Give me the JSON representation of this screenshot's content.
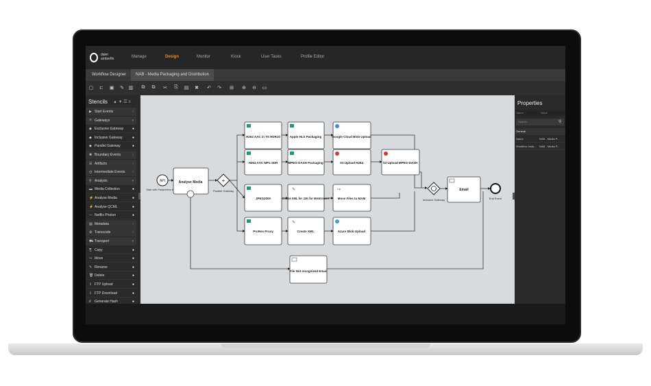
{
  "app": {
    "logo_text": "dalet amberfin"
  },
  "nav": {
    "items": [
      {
        "label": "Manage"
      },
      {
        "label": "Design",
        "active": true
      },
      {
        "label": "Monitor"
      },
      {
        "label": "Kiosk"
      },
      {
        "label": "User Tasks"
      },
      {
        "label": "Profile Editor"
      }
    ]
  },
  "tabs": [
    {
      "label": "Workflow Designer"
    },
    {
      "label": "NAB - Media Packaging and Distribution",
      "active": true
    }
  ],
  "toolbar": {
    "icons": [
      "new-icon",
      "open-icon",
      "save-icon",
      "save-as-icon",
      "delete-icon",
      "copy-icon",
      "paste-icon",
      "cut-icon",
      "copy2-icon",
      "paste2-icon",
      "delete2-icon",
      "undo-icon",
      "redo-icon",
      "grid-icon",
      "zoom-in-icon",
      "zoom-out-icon",
      "fit-icon"
    ]
  },
  "stencils": {
    "title": "Stencils",
    "rows": [
      {
        "label": "Start Events",
        "type": "cat",
        "icon": "▶",
        "arrow": "›"
      },
      {
        "label": "Gateways",
        "type": "cat",
        "icon": "⤧",
        "arrow": "▾"
      },
      {
        "label": "Exclusive Gateway",
        "type": "sub",
        "icon": "◆",
        "info": "●"
      },
      {
        "label": "Inclusive Gateway",
        "type": "sub",
        "icon": "◆",
        "info": "●"
      },
      {
        "label": "Parallel Gateway",
        "type": "sub",
        "icon": "◆",
        "info": "●"
      },
      {
        "label": "Boundary Events",
        "type": "cat",
        "icon": "✖",
        "arrow": "›"
      },
      {
        "label": "Artifacts",
        "type": "cat",
        "icon": "☰",
        "arrow": "›"
      },
      {
        "label": "Intermediate Events",
        "type": "cat",
        "icon": "◷",
        "arrow": "›"
      },
      {
        "label": "Analysis",
        "type": "cat",
        "icon": "⚲",
        "arrow": "▾"
      },
      {
        "label": "Media Collection",
        "type": "sub",
        "icon": "▬",
        "info": "●"
      },
      {
        "label": "Analyse Media",
        "type": "sub",
        "icon": "⚡",
        "info": "●"
      },
      {
        "label": "Analyse QCML",
        "type": "sub",
        "icon": "⚡",
        "info": "●"
      },
      {
        "label": "Netflix Photon",
        "type": "sub",
        "icon": "—",
        "info": "●"
      },
      {
        "label": "Metadata",
        "type": "cat",
        "icon": "▤",
        "arrow": "›"
      },
      {
        "label": "Transcode",
        "type": "cat",
        "icon": "⚙",
        "arrow": "›"
      },
      {
        "label": "Transport",
        "type": "cat",
        "icon": "⛟",
        "arrow": "▾"
      },
      {
        "label": "Copy",
        "type": "sub",
        "icon": "⎘",
        "info": "●"
      },
      {
        "label": "Move",
        "type": "sub",
        "icon": "↪",
        "info": "●"
      },
      {
        "label": "Rename",
        "type": "sub",
        "icon": "✎",
        "info": "●"
      },
      {
        "label": "Delete",
        "type": "sub",
        "icon": "🗑",
        "info": "●"
      },
      {
        "label": "FTP Upload",
        "type": "sub",
        "icon": "⇪",
        "info": "●"
      },
      {
        "label": "FTP Download",
        "type": "sub",
        "icon": "⇩",
        "info": "●"
      },
      {
        "label": "Generate Hash",
        "type": "sub",
        "icon": "#",
        "info": "●"
      }
    ]
  },
  "properties": {
    "title": "Properties",
    "head_name": "Name",
    "head_value": "Value",
    "search_placeholder": "Search",
    "group": "General",
    "rows": [
      {
        "name": "Name",
        "value": "NAB - Media P..."
      },
      {
        "name": "Workflow Insta...",
        "value": "NAB - Media P..."
      }
    ]
  },
  "diagram": {
    "start_label": "Start with Parameters Event",
    "start_badge": "API",
    "analyse": "Analyse Media",
    "parallel_label": "Parallel Gateway",
    "inclusive_label": "Inclusive Gateway",
    "end_label": "End Event",
    "tasks": {
      "h264_ts": "H264 AAC in TS HDR10",
      "apple_hls": "Apple HLS Packaging",
      "google_cloud": "Google Cloud Blob Upload",
      "h264_mp4": "H264 AAC MP4 SDR",
      "mpeg_dash": "MPEG-DASH Packaging",
      "s3_h264": "S3 Upload H264",
      "s3_dash": "S3 Upload MPEG-DASH",
      "jpeg2000": "JPEG2000",
      "xml_j2k": "Create XML for J2K for MAM Insert",
      "move_mam": "Move Files to MAM",
      "email": "Email",
      "prores": "ProRes Proxy",
      "create_xml": "Create XML",
      "azure": "Azure Blob Upload",
      "file_not": "File Not recognized Email"
    }
  }
}
